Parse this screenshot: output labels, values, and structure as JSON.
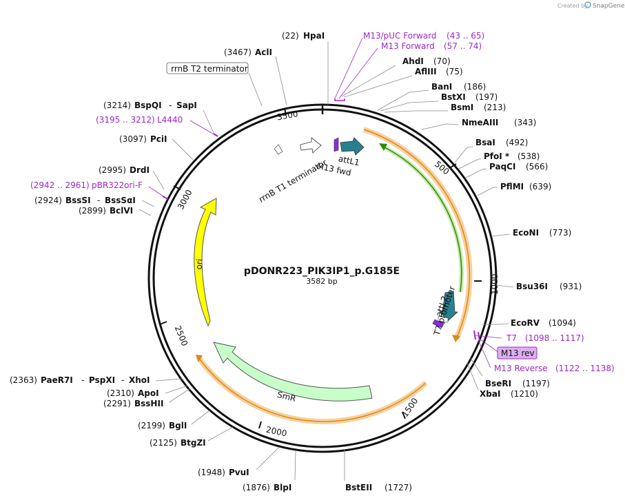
{
  "watermark": {
    "prefix": "Created by",
    "brand": "SnapGene"
  },
  "plasmid": {
    "name": "pDONR223_PIK3IP1_p.G185E",
    "length_label": "3582 bp"
  },
  "ticks": [
    "500",
    "1000",
    "1500",
    "2000",
    "2500",
    "3000",
    "3500"
  ],
  "features": {
    "rrnb_t2": "rrnB T2 terminator",
    "rrnb_t1": "rrnB T1 terminator",
    "attl1": "attL1",
    "m13_fwd": "M13 fwd",
    "t7_promoter": "T7 promoter",
    "attl2": "attL2",
    "ori": "ori",
    "smr": "SmR"
  },
  "enzymes": [
    {
      "name": "HpaI",
      "pos": "(22)"
    },
    {
      "name": "AclI",
      "pos": "(3467)"
    },
    {
      "name": "AhdI",
      "pos": "(70)"
    },
    {
      "name": "AflIII",
      "pos": "(75)"
    },
    {
      "name": "BanI",
      "pos": "(186)"
    },
    {
      "name": "BstXI",
      "pos": "(197)"
    },
    {
      "name": "BsmI",
      "pos": "(213)"
    },
    {
      "name": "NmeAIII",
      "pos": "(343)"
    },
    {
      "name": "BsaI",
      "pos": "(492)"
    },
    {
      "name": "PfoI *",
      "pos": "(538)"
    },
    {
      "name": "PaqCI",
      "pos": "(566)"
    },
    {
      "name": "PflMI",
      "pos": "(639)"
    },
    {
      "name": "EcoNI",
      "pos": "(773)"
    },
    {
      "name": "Bsu36I",
      "pos": "(931)"
    },
    {
      "name": "EcoRV",
      "pos": "(1094)"
    },
    {
      "name": "BseRI",
      "pos": "(1197)"
    },
    {
      "name": "XbaI",
      "pos": "(1210)"
    },
    {
      "name": "BstEII",
      "pos": "(1727)"
    },
    {
      "name": "BlpI",
      "pos": "(1876)"
    },
    {
      "name": "PvuI",
      "pos": "(1948)"
    },
    {
      "name": "BtgZI",
      "pos": "(2125)"
    },
    {
      "name": "BglI",
      "pos": "(2199)"
    },
    {
      "name": "BssHII",
      "pos": "(2291)"
    },
    {
      "name": "ApoI",
      "pos": "(2310)"
    },
    {
      "name": "PaeR7I",
      "pos": "(2363)"
    },
    {
      "name": "PspXI",
      "pos": ""
    },
    {
      "name": "XhoI",
      "pos": ""
    },
    {
      "name": "BclVI",
      "pos": "(2899)"
    },
    {
      "name": "BssSI",
      "pos": "(2924)"
    },
    {
      "name": "BssSαI",
      "pos": ""
    },
    {
      "name": "DrdI",
      "pos": "(2995)"
    },
    {
      "name": "PciI",
      "pos": "(3097)"
    },
    {
      "name": "BspQI",
      "pos": "(3214)"
    },
    {
      "name": "SapI",
      "pos": ""
    }
  ],
  "primers": [
    {
      "name": "M13/pUC Forward",
      "range": "(43 .. 65)"
    },
    {
      "name": "M13 Forward",
      "range": "(57 .. 74)"
    },
    {
      "name": "T7",
      "range": "(1098 .. 1117)"
    },
    {
      "name": "M13 rev",
      "range": ""
    },
    {
      "name": "M13 Reverse",
      "range": "(1122 .. 1138)"
    },
    {
      "name": "L4440",
      "range": "(3195 .. 3212)"
    },
    {
      "name": "pBR322ori-F",
      "range": "(2942 .. 2961)"
    }
  ],
  "colors": {
    "backbone": "#111111",
    "orange_feature": "#f0a040",
    "green_feature": "#2e8b10",
    "yellow_ori": "#ffff00",
    "smr": "#c8ffc8",
    "att": "#2a7f8f",
    "primer": "#9b27c9",
    "m13rev_box": "#dcb0f0"
  }
}
